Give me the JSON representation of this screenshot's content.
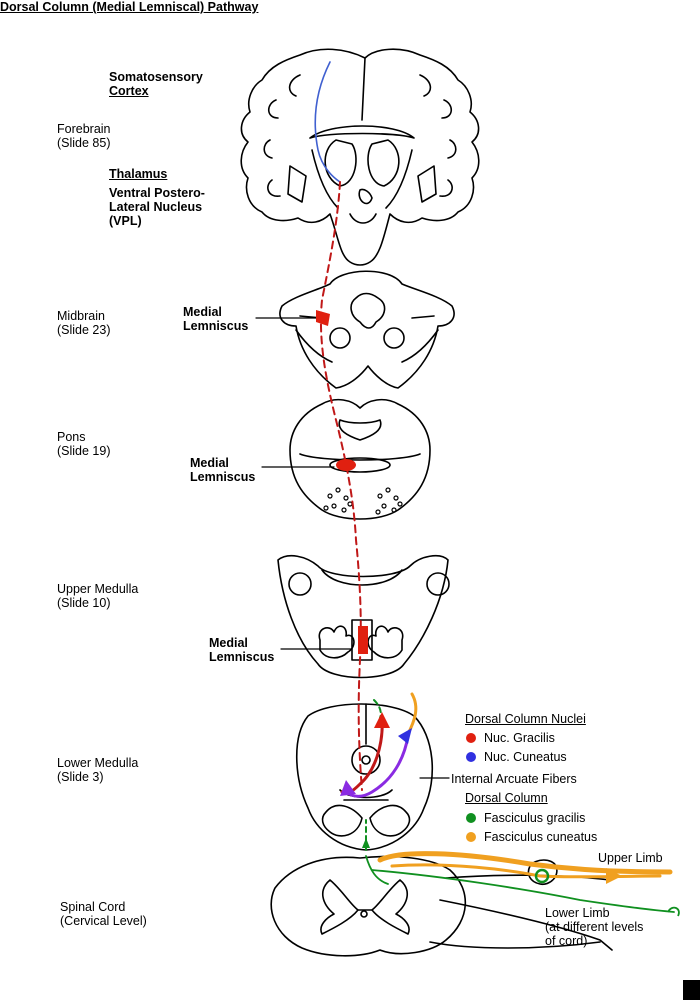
{
  "title": "Dorsal Column (Medial Lemniscal) Pathway",
  "levels": {
    "forebrain": {
      "name": "Forebrain",
      "slide": "(Slide 85)"
    },
    "midbrain": {
      "name": "Midbrain",
      "slide": "(Slide 23)"
    },
    "pons": {
      "name": "Pons",
      "slide": "(Slide 19)"
    },
    "upper_medulla": {
      "name": "Upper Medulla",
      "slide": "(Slide 10)"
    },
    "lower_medulla": {
      "name": "Lower Medulla",
      "slide": "(Slide 3)"
    },
    "spinal_cord": {
      "name": "Spinal Cord",
      "slide": "(Cervical Level)"
    }
  },
  "labels": {
    "cortex_line1": "Somatosensory",
    "cortex_line2": "Cortex",
    "thalamus": "Thalamus",
    "vpl_line1": "Ventral Postero-",
    "vpl_line2": "Lateral Nucleus",
    "vpl_line3": "(VPL)",
    "ml_line1": "Medial",
    "ml_line2": "Lemniscus",
    "internal_arcuate": "Internal Arcuate Fibers",
    "upper_limb": "Upper Limb",
    "lower_limb_line1": "Lower Limb",
    "lower_limb_line2": "(at different levels",
    "lower_limb_line3": "of cord)"
  },
  "legend": {
    "nuclei_heading": "Dorsal Column Nuclei",
    "column_heading": "Dorsal Column",
    "items": [
      {
        "label": "Nuc. Gracilis",
        "color": "#e02010"
      },
      {
        "label": "Nuc. Cuneatus",
        "color": "#3030e0"
      },
      {
        "label": "Fasciculus gracilis",
        "color": "#109020"
      },
      {
        "label": "Fasciculus cuneatus",
        "color": "#f0a020"
      }
    ]
  },
  "colors": {
    "pathway_red": "#c01818",
    "cortex_blue": "#4060d0",
    "cuneatus_purple": "#8a2be2",
    "gracilis_green": "#109020",
    "cuneatus_orange": "#f0a020"
  }
}
